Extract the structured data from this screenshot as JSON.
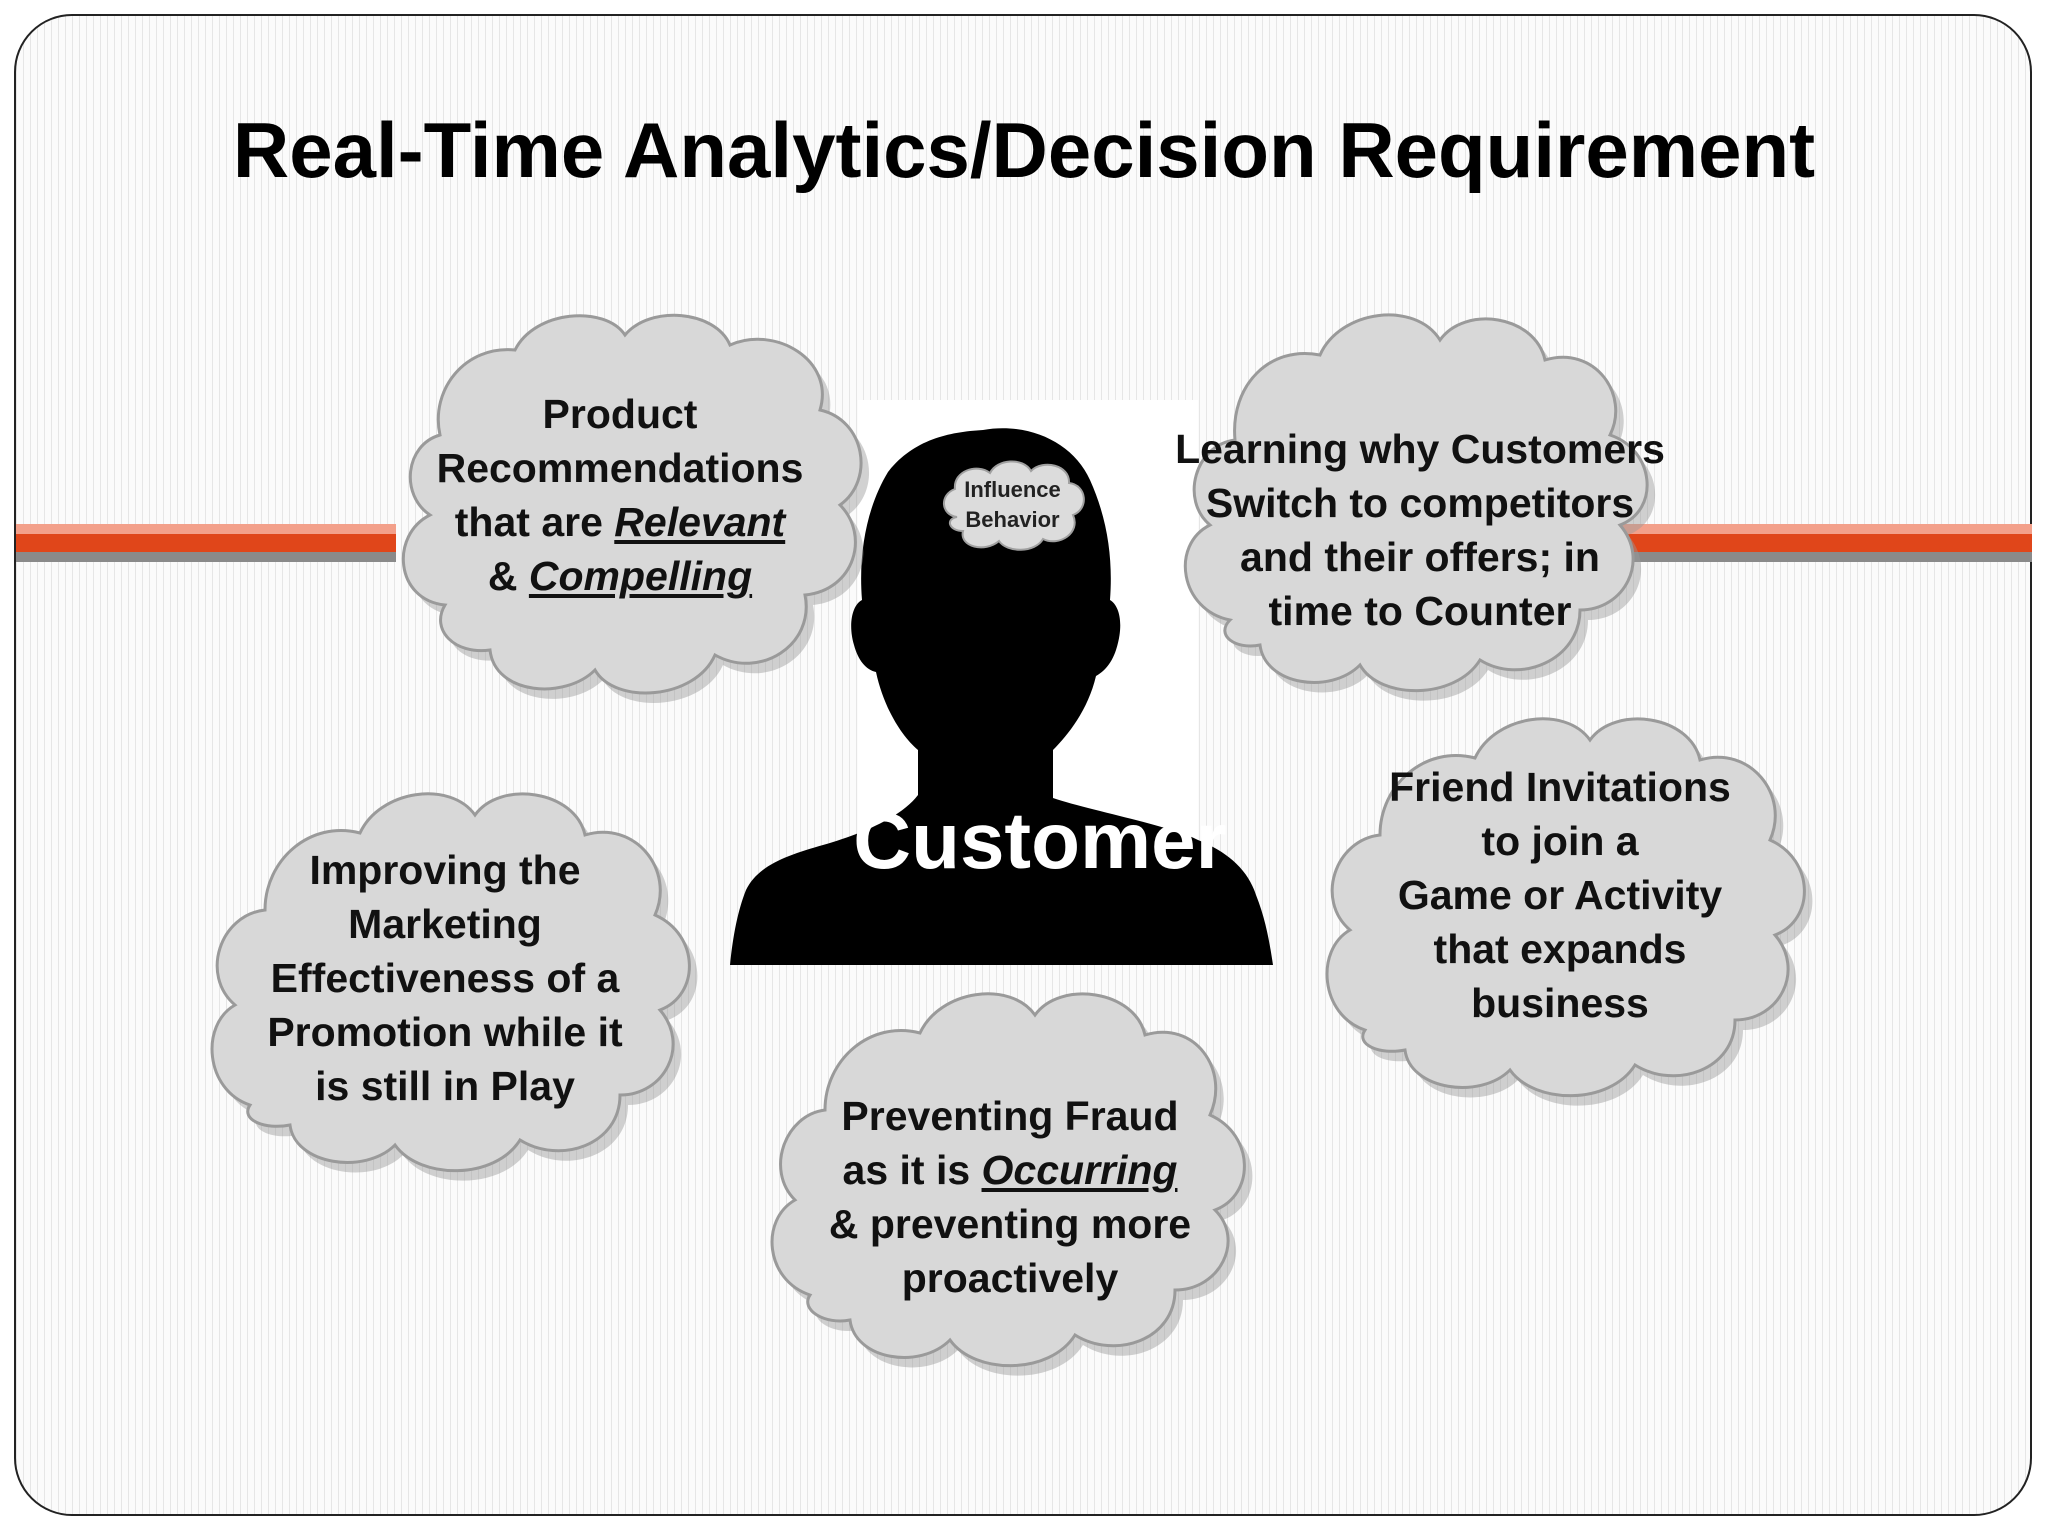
{
  "title": "Real-Time Analytics/Decision Requirement",
  "colors": {
    "stripe_orange": "#e0461a",
    "stripe_pink": "#f3a08a",
    "stripe_gray": "#8a8a8a",
    "cloud_fill": "#d8d8d8",
    "cloud_stroke": "#9a9a9a",
    "silhouette": "#000000"
  },
  "center": {
    "label": "Customer",
    "thought_line1": "Influence",
    "thought_line2": "Behavior"
  },
  "clouds": {
    "product": {
      "line1": "Product",
      "line2": "Recommendations",
      "line3_pre": "that are ",
      "line3_em": "Relevant",
      "line4_pre": "& ",
      "line4_em": "Compelling"
    },
    "learning": {
      "line1": "Learning why Customers",
      "line2": "Switch to competitors",
      "line3": "and their offers; in",
      "line4": "time to Counter"
    },
    "marketing": {
      "line1": "Improving the",
      "line2": "Marketing",
      "line3": "Effectiveness of a",
      "line4": "Promotion while it",
      "line5": "is still in Play"
    },
    "friend": {
      "line1": "Friend Invitations",
      "line2": "to join a",
      "line3": "Game or Activity",
      "line4": "that expands",
      "line5": "business"
    },
    "fraud": {
      "line1": "Preventing Fraud",
      "line2_pre": "as it is ",
      "line2_em": "Occurring",
      "line3": "& preventing more",
      "line4": "proactively"
    }
  }
}
